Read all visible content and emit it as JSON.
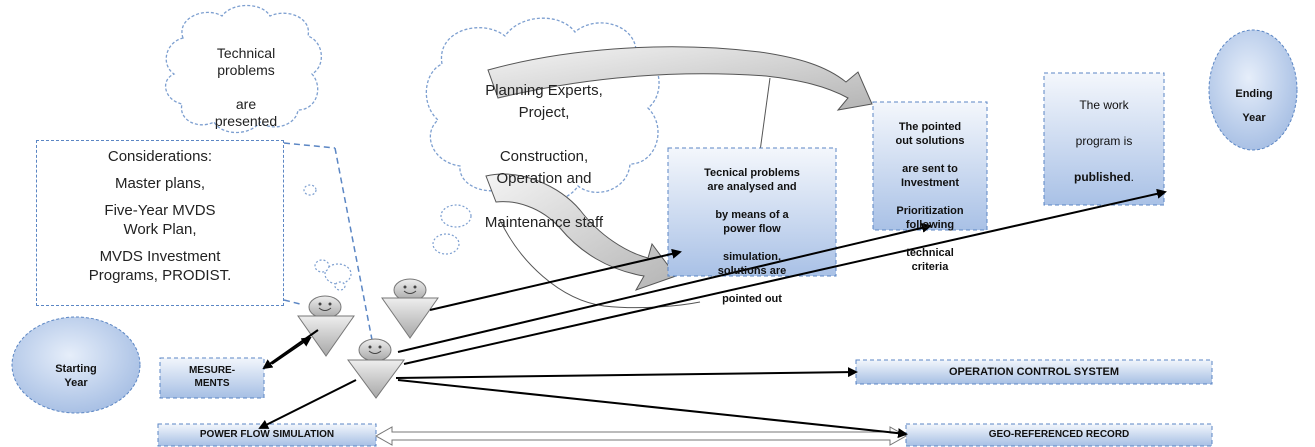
{
  "clouds": {
    "technical": [
      "Technical",
      "problems",
      "are",
      "presented"
    ],
    "experts": [
      "Planning Experts,",
      "Project,",
      "Construction,",
      "Operation and",
      "Maintenance staff"
    ]
  },
  "considerations": {
    "title": "Considerations:",
    "items": [
      "Master plans,",
      "Five-Year MVDS",
      "Work Plan,",
      "MVDS Investment",
      "Programs, PRODIST."
    ]
  },
  "boxes": {
    "analysed": [
      "Tecnical problems",
      "are analysed and",
      "by means of a",
      "power flow",
      "simulation,",
      "solutions are",
      "pointed out"
    ],
    "prioritization": [
      "The pointed",
      "out solutions",
      "are sent to",
      "Investment",
      "Prioritization",
      "following",
      "technical",
      "criteria"
    ],
    "published_prefix": "The work",
    "published_mid": "program is",
    "published_bold": "published",
    "published_end": "."
  },
  "ovals": {
    "start": [
      "Starting",
      "Year"
    ],
    "end": [
      "Ending",
      "Year"
    ]
  },
  "bars": {
    "measurements": [
      "MESURE-",
      "MENTS"
    ],
    "power_flow": "POWER FLOW SIMULATION",
    "operation_control": "OPERATION CONTROL SYSTEM",
    "geo_record": "GEO-REFERENCED RECORD"
  },
  "colors": {
    "box_fill_light": "#e8effa",
    "box_fill_dark": "#b9cdea",
    "border": "#5b86c4",
    "figure": "#c8c8c8",
    "arrow": "#000000"
  }
}
